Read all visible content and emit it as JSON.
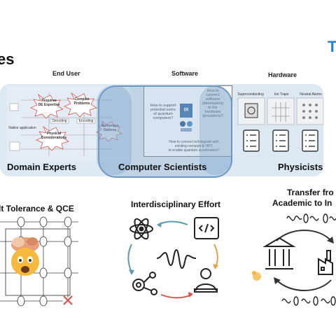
{
  "slide": {
    "title": "es",
    "logo_text": "T"
  },
  "columns": {
    "end_user": "End User",
    "software": "Software",
    "hardware": "Hardware"
  },
  "roles": {
    "domain_experts": "Domain Experts",
    "computer_scientists": "Computer Scientists",
    "physicists": "Physicists"
  },
  "end_user_diagram": {
    "bubble1": "Requires\nDE Expertise",
    "bubble2": "Complex\nProblems",
    "bubble3": "Physical\nConsiderations",
    "bubble4": "Numerous\nOptions",
    "tag1": "Decoding",
    "tag2": "Encoding",
    "tag3": "Native application"
  },
  "software_diagram": {
    "q1": "How to support\npotential users\nof quantum\ncomputers?",
    "q2": "How to\nconnect\nsoftware\n(developers)\nto the\nhardware\n(providers)?",
    "q3": "How to connect to/integrate with\nexisting compute & HPC\nto enable quantum acceleration?",
    "ir_label": "IR"
  },
  "hardware_diagram": {
    "hw1": "Superconducting",
    "hw2": "Ion Traps",
    "hw3": "Neutral Atoms"
  },
  "sections": {
    "left_title": "lt Tolerance & QCE",
    "middle_title": "Interdisciplinary Effort",
    "right_title_line1": "Transfer fro",
    "right_title_line2": "Academic to In"
  },
  "colors": {
    "panel": "#dce8f2",
    "ellipse_border": "#6d97bf",
    "logo": "#2a7fd4",
    "teal_arrow": "#5b9bb0",
    "orange_arrow": "#e0a050",
    "red_arrow": "#d9534f",
    "cross": "#d9534f"
  },
  "icons": [
    "atom-icon",
    "code-window-icon",
    "waveform-icon",
    "gear-network-icon",
    "user-laptop-icon",
    "university-icon",
    "factory-icon",
    "exploding-head-icon",
    "hand-icon"
  ]
}
